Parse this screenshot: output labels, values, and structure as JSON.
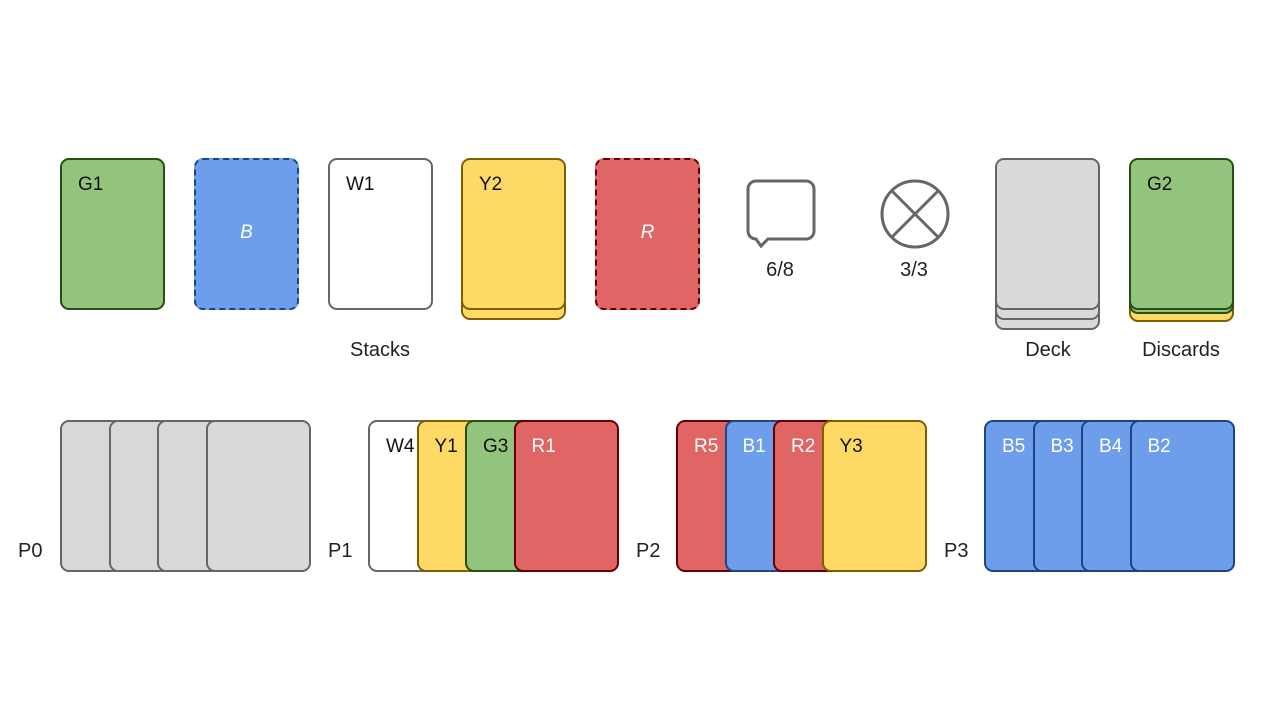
{
  "colors": {
    "G": {
      "fill": "#93c47d",
      "border": "#274e13",
      "text": "#111"
    },
    "B": {
      "fill": "#6d9eeb",
      "border": "#1c4587",
      "text": "#fff"
    },
    "W": {
      "fill": "#ffffff",
      "border": "#666666",
      "text": "#111"
    },
    "Y": {
      "fill": "#ffd966",
      "border": "#7f6000",
      "text": "#111"
    },
    "R": {
      "fill": "#e06666",
      "border": "#660000",
      "text": "#fff"
    },
    "X": {
      "fill": "#d9d9d9",
      "border": "#666666",
      "text": "#111"
    }
  },
  "stacks": {
    "caption": "Stacks",
    "piles": [
      {
        "color": "G",
        "label": "G1",
        "empty": false,
        "depth": 1
      },
      {
        "color": "B",
        "label": "B",
        "empty": true,
        "depth": 1
      },
      {
        "color": "W",
        "label": "W1",
        "empty": false,
        "depth": 1
      },
      {
        "color": "Y",
        "label": "Y2",
        "empty": false,
        "depth": 2
      },
      {
        "color": "R",
        "label": "R",
        "empty": true,
        "depth": 1
      }
    ]
  },
  "hints": {
    "icon": "speech-bubble-icon",
    "value": "6/8"
  },
  "lives": {
    "icon": "circle-x-icon",
    "value": "3/3"
  },
  "deck": {
    "caption": "Deck"
  },
  "discards": {
    "caption": "Discards",
    "top": "G2"
  },
  "players": [
    {
      "label": "P0",
      "cards": [
        {
          "color": "X",
          "label": ""
        },
        {
          "color": "X",
          "label": ""
        },
        {
          "color": "X",
          "label": ""
        },
        {
          "color": "X",
          "label": ""
        }
      ]
    },
    {
      "label": "P1",
      "cards": [
        {
          "color": "W",
          "label": "W4"
        },
        {
          "color": "Y",
          "label": "Y1"
        },
        {
          "color": "G",
          "label": "G3"
        },
        {
          "color": "R",
          "label": "R1"
        }
      ]
    },
    {
      "label": "P2",
      "cards": [
        {
          "color": "R",
          "label": "R5"
        },
        {
          "color": "B",
          "label": "B1"
        },
        {
          "color": "R",
          "label": "R2"
        },
        {
          "color": "Y",
          "label": "Y3"
        }
      ]
    },
    {
      "label": "P3",
      "cards": [
        {
          "color": "B",
          "label": "B5"
        },
        {
          "color": "B",
          "label": "B3"
        },
        {
          "color": "B",
          "label": "B4"
        },
        {
          "color": "B",
          "label": "B2"
        }
      ]
    }
  ]
}
